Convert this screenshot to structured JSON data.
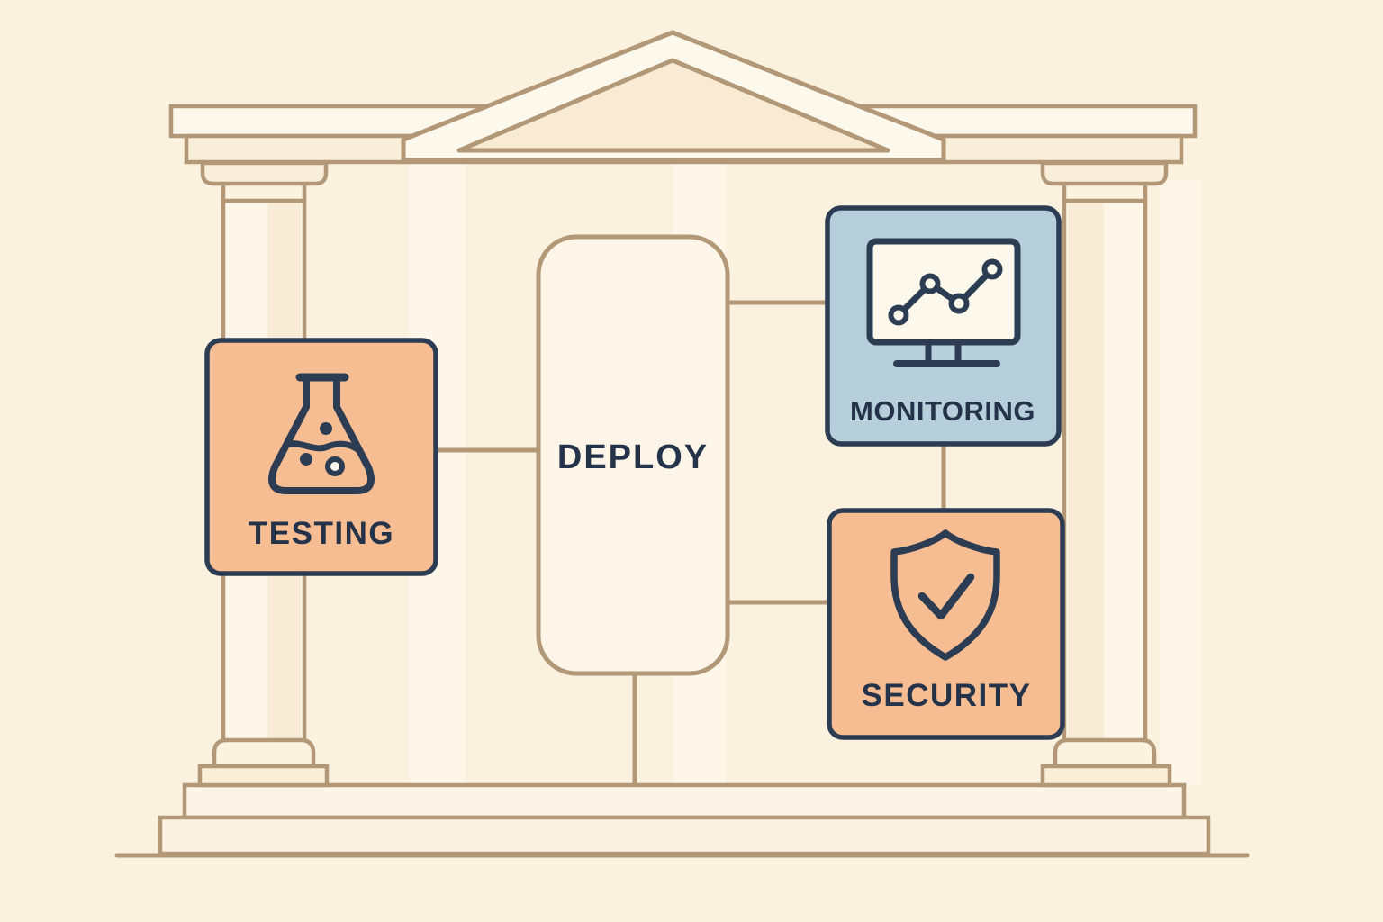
{
  "theme": {
    "bg": "#faf1de",
    "line-tan": "#b39878",
    "navy": "#2c3c53",
    "label": "#243349",
    "orange": "#f6bd92",
    "blue": "#b7cedb",
    "cream-bright": "#fdf8ec",
    "cream-soft": "#f9eeda",
    "cream-panel": "#fdf6e8"
  },
  "diagram": {
    "scene": "classical-temple-facade",
    "nodes": [
      {
        "id": "testing",
        "label": "TESTING",
        "icon": "flask-icon",
        "fill": "#f6bd92",
        "border": "#2c3c53"
      },
      {
        "id": "deploy",
        "label": "DEPLOY",
        "icon": "none",
        "fill": "#fdf6e8",
        "border": "#b39878"
      },
      {
        "id": "monitoring",
        "label": "MONITORING",
        "icon": "monitor-chart-icon",
        "fill": "#b7cedb",
        "border": "#2c3c53"
      },
      {
        "id": "security",
        "label": "SECURITY",
        "icon": "shield-check-icon",
        "fill": "#f6bd92",
        "border": "#2c3c53"
      }
    ],
    "connections": [
      {
        "from": "testing",
        "to": "deploy"
      },
      {
        "from": "deploy",
        "to": "monitoring"
      },
      {
        "from": "deploy",
        "to": "security"
      },
      {
        "from": "monitoring",
        "to": "security"
      },
      {
        "from": "deploy",
        "to": "temple-base"
      }
    ]
  }
}
